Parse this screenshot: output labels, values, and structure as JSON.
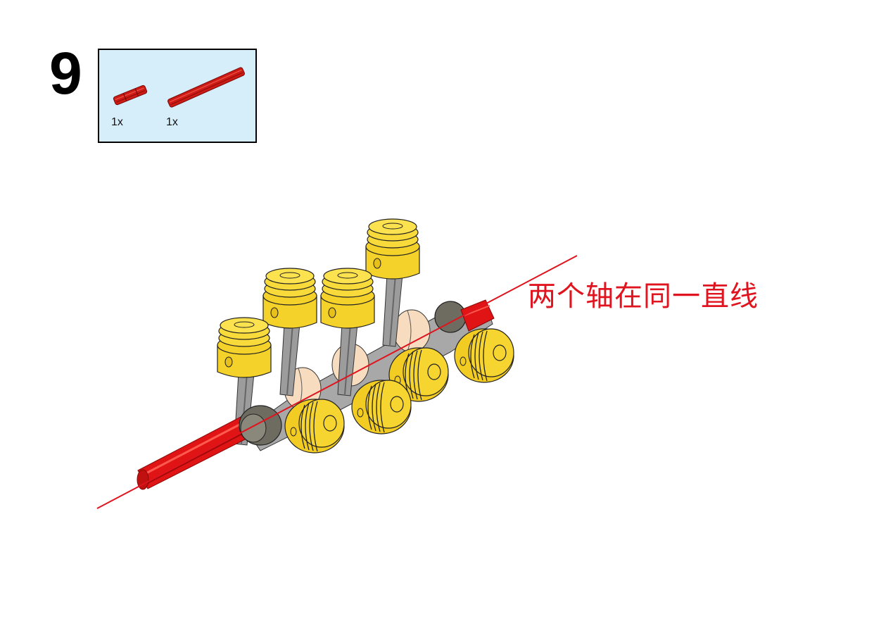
{
  "step": {
    "number": "9"
  },
  "parts_list": {
    "background": "#d6edfa",
    "items": [
      {
        "name": "short-red-axle",
        "quantity": "1x",
        "color": "#cc1a14"
      },
      {
        "name": "long-red-axle",
        "quantity": "1x",
        "color": "#cc1a14"
      }
    ]
  },
  "illustration": {
    "description": "Crankshaft assembly with four yellow pistons on grey connecting rods, four yellow pulleys, red axles at both ends",
    "piston_color": "#f5d22a",
    "rod_color": "#9a9a9a",
    "bushing_color": "#f7dcc0",
    "axle_color": "#e01414",
    "guide_line_color": "#e0141e"
  },
  "annotation": {
    "text": "两个轴在同一直线",
    "color": "#e0141e"
  }
}
